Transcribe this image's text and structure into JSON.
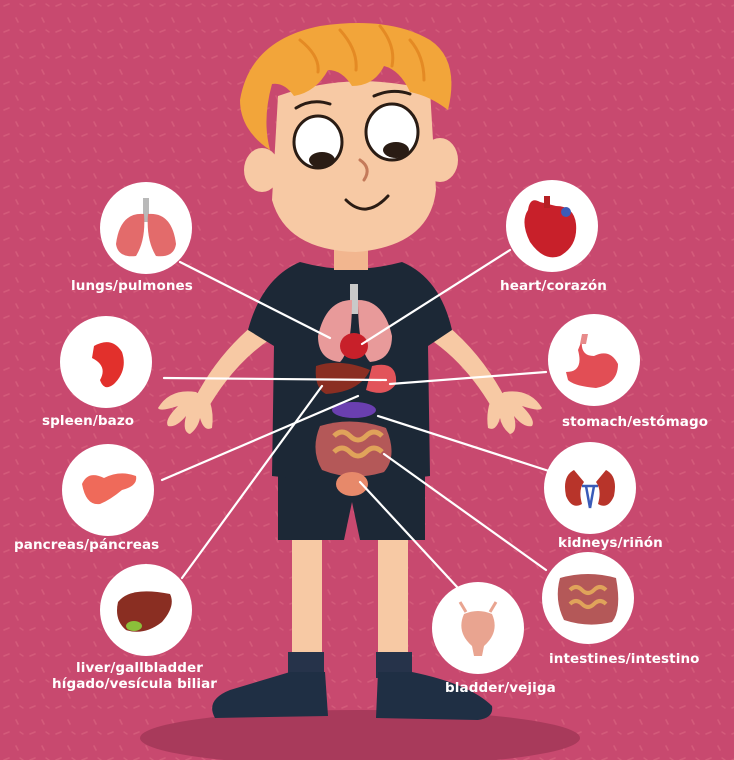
{
  "colors": {
    "background": "#c8496f",
    "label_text": "#ffffff",
    "connector_line": "#ffffff",
    "icon_circle": "#ffffff",
    "shirt": "#1c2836",
    "skin": "#f7c9a4",
    "hair": "#f2a53a",
    "organ_red": "#d93b3b"
  },
  "labels": {
    "lungs": "lungs/pulmones",
    "heart": "heart/corazón",
    "spleen": "spleen/bazo",
    "stomach": "stomach/estómago",
    "pancreas": "pancreas/páncreas",
    "kidneys": "kidneys/riñón",
    "liver_line1": "liver/gallbladder",
    "liver_line2": "hígado/vesícula biliar",
    "bladder": "bladder/vejiga",
    "intestines": "intestines/intestino"
  },
  "icons": [
    "lungs-icon",
    "heart-icon",
    "spleen-icon",
    "stomach-icon",
    "pancreas-icon",
    "kidneys-icon",
    "liver-icon",
    "bladder-icon",
    "intestines-icon"
  ]
}
